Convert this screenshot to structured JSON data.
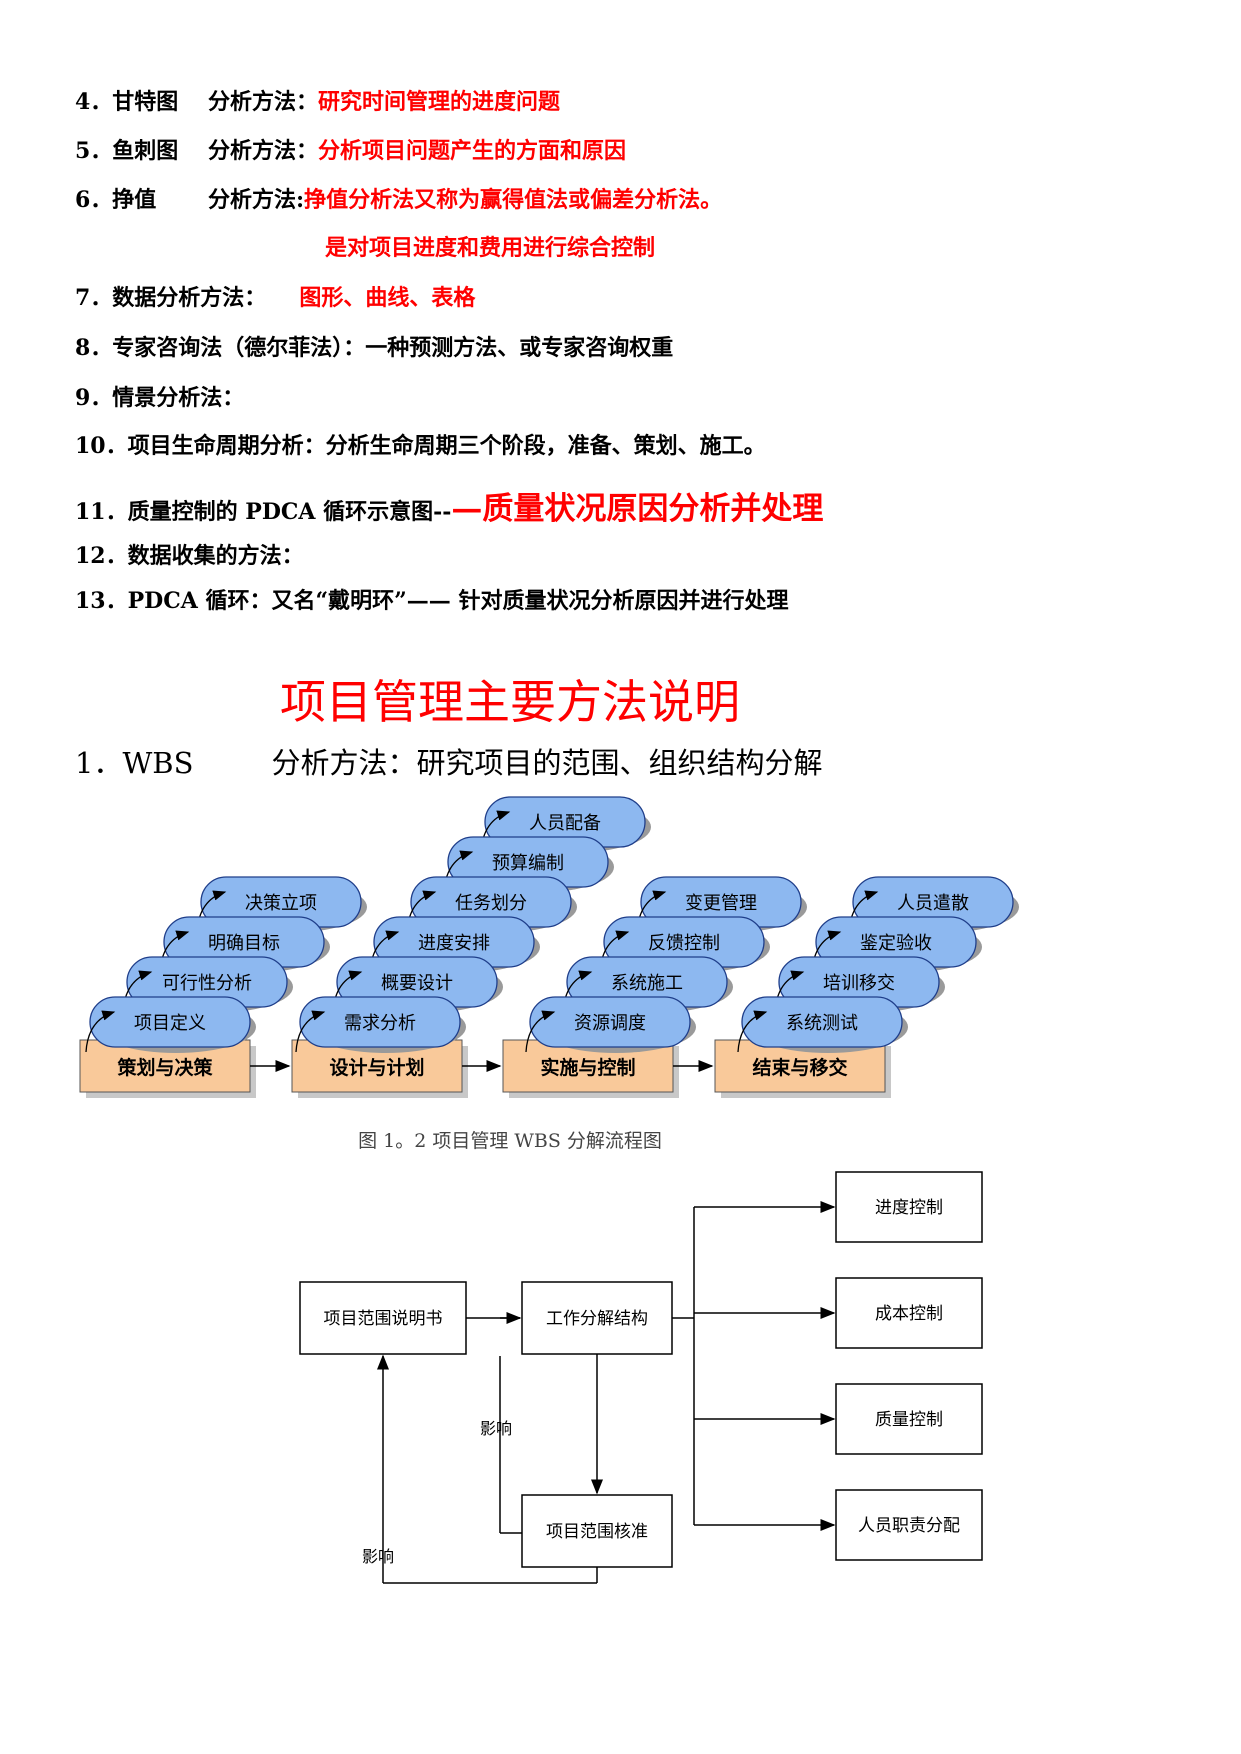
{
  "lines": [
    {
      "prefix": "4．甘特图　 分析方法：",
      "highlight": "研究时间管理的进度问题"
    },
    {
      "prefix": "5．鱼刺图　 分析方法：",
      "highlight": "分析项目问题产生的方面和原因"
    },
    {
      "prefix": "6．挣值　　 分析方法:",
      "highlight": "挣值分析法又称为赢得值法或偏差分析法。"
    },
    {
      "prefix": "",
      "highlight": "是对项目进度和费用进行综合控制"
    },
    {
      "prefix": "7．数据分析方法：　　",
      "highlight": "图形、曲线、表格"
    },
    {
      "prefix": "8．专家咨询法（德尔菲法）：一种预测方法、或专家咨询权重",
      "highlight": ""
    },
    {
      "prefix": "9．情景分析法：",
      "highlight": ""
    },
    {
      "prefix": "10．项目生命周期分析：分析生命周期三个阶段，准备、策划、施工。",
      "highlight": ""
    },
    {
      "prefix": "11．质量控制的 PDCA 循环示意图--",
      "highlight": "—质量状况原因分析并处理"
    },
    {
      "prefix": "12．数据收集的方法：",
      "highlight": ""
    },
    {
      "prefix": "13．PDCA 循环：又名“戴明环”—— 针对质量状况分析原因并进行处理",
      "highlight": ""
    }
  ],
  "main_title": "项目管理主要方法说明",
  "wbs_heading": {
    "num": "1．WBS",
    "text": "分析方法：研究项目的范围、组织结构分解"
  },
  "wbs_diagram": {
    "phases": [
      "策划与决策",
      "设计与计划",
      "实施与控制",
      "结束与移交"
    ],
    "columns": [
      [
        "项目定义",
        "可行性分析",
        "明确目标",
        "决策立项"
      ],
      [
        "需求分析",
        "概要设计",
        "进度安排",
        "任务划分",
        "预算编制",
        "人员配备"
      ],
      [
        "资源调度",
        "系统施工",
        "反馈控制",
        "变更管理"
      ],
      [
        "系统测试",
        "培训移交",
        "鉴定验收",
        "人员遣散"
      ]
    ],
    "colors": {
      "bubble": "#8db8f0",
      "phase": "#f9c99a"
    }
  },
  "caption": "图 1。2 项目管理 WBS 分解流程图",
  "scope_diagram": {
    "scope_statement": "项目范围说明书",
    "wbs_box": "工作分解结构",
    "verify_box": "项目范围核准",
    "controls": [
      "进度控制",
      "成本控制",
      "质量控制",
      "人员职责分配"
    ],
    "influence_label": "影响"
  }
}
